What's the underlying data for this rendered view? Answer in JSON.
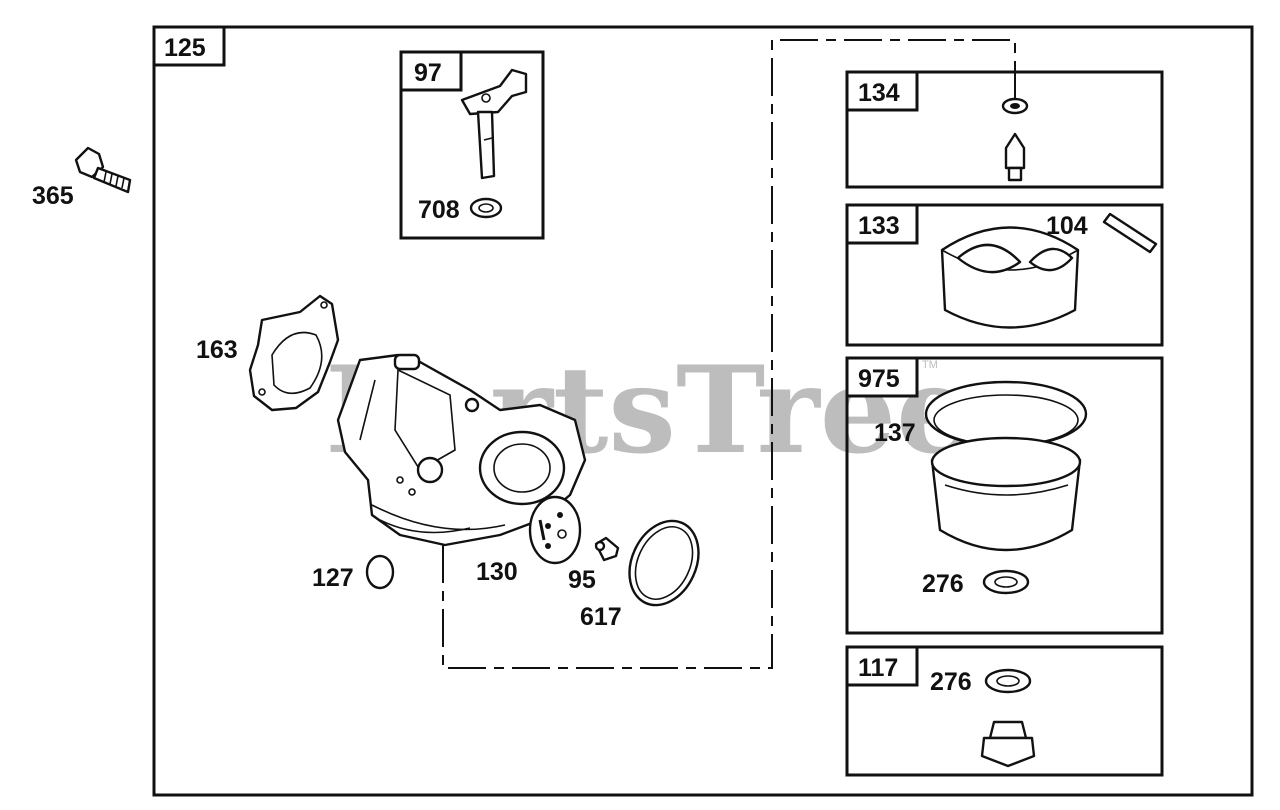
{
  "diagram": {
    "main_box_label": "125",
    "watermark": "PartsTree",
    "watermark_tm": "TM",
    "boxes": {
      "b97": "97",
      "b134": "134",
      "b133": "133",
      "b975": "975",
      "b117": "117"
    },
    "callouts": {
      "c365": "365",
      "c708": "708",
      "c163": "163",
      "c127": "127",
      "c130": "130",
      "c95": "95",
      "c617": "617",
      "c104": "104",
      "c137": "137",
      "c276a": "276",
      "c276b": "276"
    }
  }
}
